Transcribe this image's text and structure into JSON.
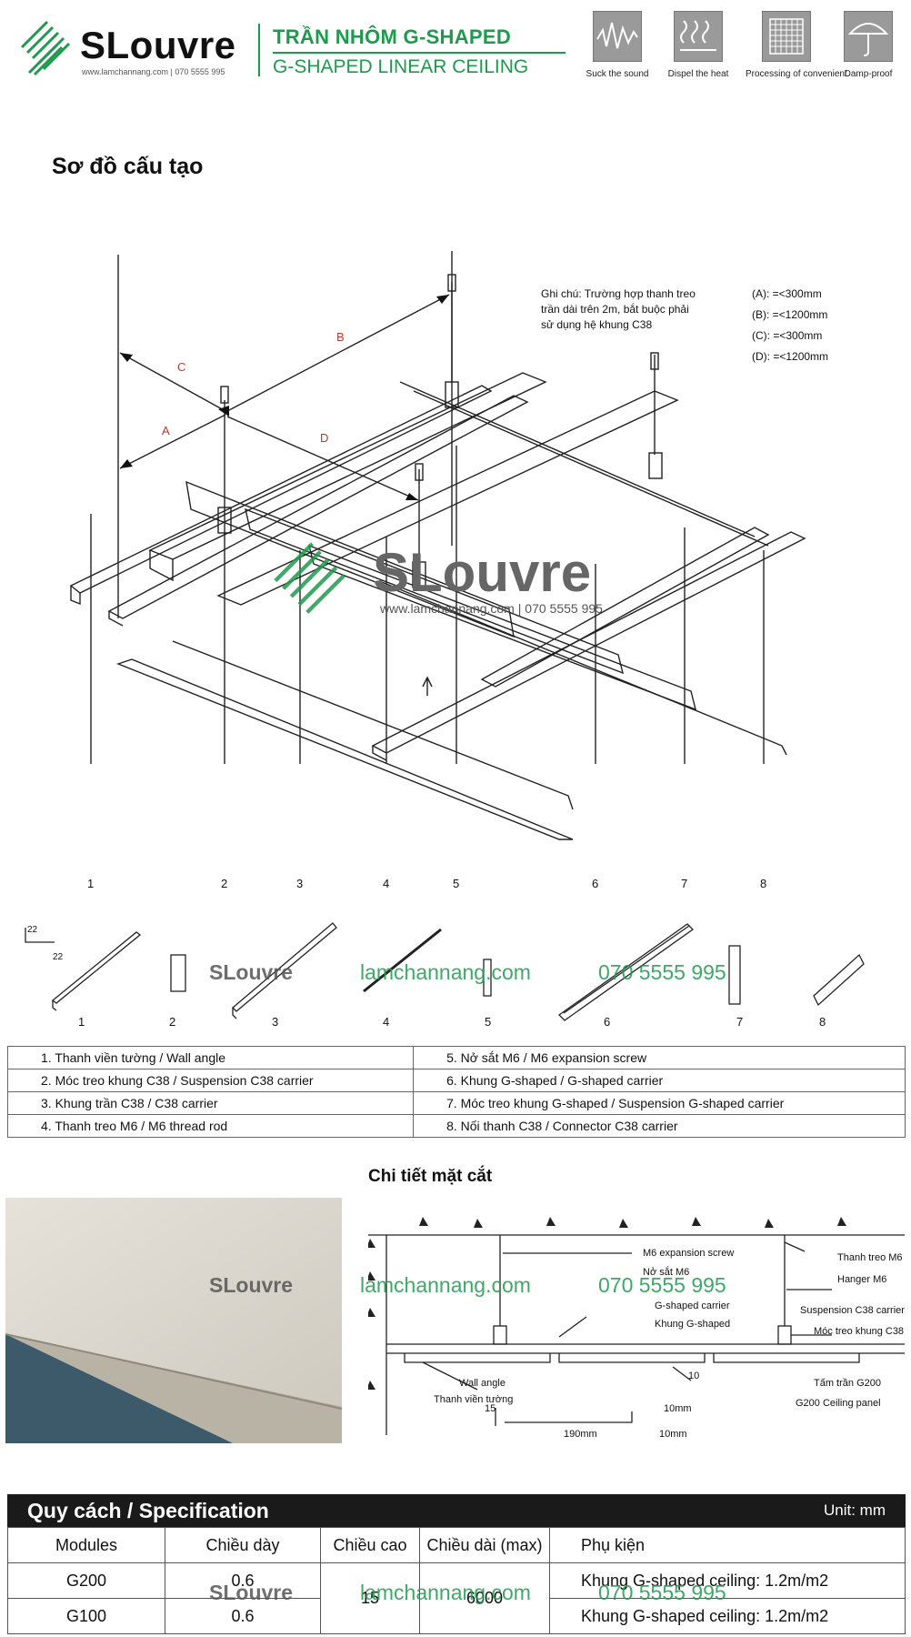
{
  "header": {
    "brand_name": "SLouvre",
    "brand_website": "www.lamchannang.com",
    "brand_phone": "070 5555 995",
    "title_vi": "TRẦN NHÔM G-SHAPED",
    "title_en": "G-SHAPED LINEAR CEILING",
    "features": [
      {
        "label": "Suck the sound",
        "icon": "sound-wave-icon"
      },
      {
        "label": "Dispel the heat",
        "icon": "heat-icon"
      },
      {
        "label": "Processing of convenient",
        "icon": "grid-icon"
      },
      {
        "label": "Damp-proof",
        "icon": "umbrella-icon"
      }
    ]
  },
  "structure": {
    "title": "Sơ đồ cấu tạo",
    "note_lines": [
      "Ghi chú: Trường hợp thanh treo",
      "trần dài trên 2m, bắt buộc phải",
      "sử dụng hệ khung C38"
    ],
    "dims": [
      "(A): =<300mm",
      "(B): =<1200mm",
      "(C): =<300mm",
      "(D): =<1200mm"
    ],
    "dim_letters": [
      "A",
      "B",
      "C",
      "D"
    ],
    "callouts": [
      "1",
      "2",
      "3",
      "4",
      "5",
      "6",
      "7",
      "8"
    ],
    "part_numbers": [
      "1",
      "2",
      "3",
      "4",
      "5",
      "6",
      "7",
      "8"
    ],
    "angle_dims": [
      "22",
      "22"
    ]
  },
  "legend": [
    [
      "1. Thanh viền tường / Wall angle",
      "5. Nở sắt M6 / M6 expansion screw"
    ],
    [
      "2. Móc treo khung C38 / Suspension C38 carrier",
      "6. Khung G-shaped / G-shaped carrier"
    ],
    [
      "3. Khung trần C38 / C38 carrier",
      "7. Móc treo khung G-shaped  / Suspension G-shaped carrier"
    ],
    [
      "4. Thanh treo M6 / M6 thread rod",
      "8. Nối thanh C38 / Connector C38 carrier"
    ]
  ],
  "section": {
    "title": "Chi tiết mặt cắt",
    "labels": {
      "m6_screw": "M6 expansion screw",
      "m6_screw_vi": "Nở sắt M6",
      "g_carrier": "G-shaped carrier",
      "g_carrier_vi": "Khung G-shaped",
      "hanger": "Thanh treo M6",
      "hanger_en": "Hanger M6",
      "susp": "Suspension C38 carrier",
      "susp_vi": "Móc treo khung C38",
      "wall_angle": "Wall angle",
      "wall_angle_vi": "Thanh viền tường",
      "panel_vi": "Tấm trần G200",
      "panel_en": "G200 Ceiling panel",
      "d10": "10",
      "d15": "15",
      "d10mm_a": "10mm",
      "d10mm_b": "10mm",
      "d190": "190mm"
    }
  },
  "watermark": {
    "site": "lamchannang.com",
    "phone": "070 5555 995"
  },
  "spec": {
    "title": "Quy cách / Specification",
    "unit": "Unit: mm",
    "headers": [
      "Modules",
      "Chiều dày",
      "Chiều cao",
      "Chiều dài (max)",
      "Phụ kiện"
    ],
    "rows": [
      [
        "G200",
        "0.6",
        "15",
        "6000",
        "Khung G-shaped ceiling: 1.2m/m2"
      ],
      [
        "G100",
        "0.6",
        "",
        "",
        "Khung G-shaped ceiling: 1.2m/m2"
      ]
    ]
  }
}
